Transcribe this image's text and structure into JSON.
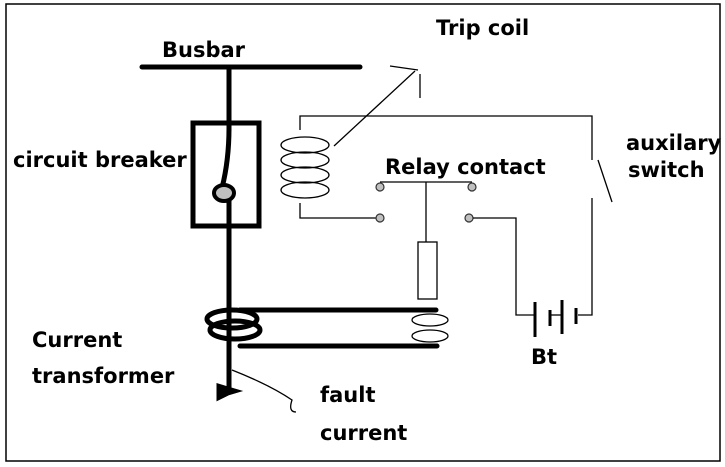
{
  "diagram": {
    "title": "Circuit breaker trip circuit with current transformer and relay",
    "labels": {
      "busbar": "Busbar",
      "trip_coil": "Trip coil",
      "circuit_breaker": "circuit breaker",
      "relay_contact": "Relay contact",
      "auxiliary_switch_line1": "auxilary",
      "auxiliary_switch_line2": "switch",
      "current_transformer_line1": "Current",
      "current_transformer_line2": "transformer",
      "battery": "Bt",
      "fault_current_line1": "fault",
      "fault_current_line2": "current"
    },
    "components": [
      "busbar",
      "circuit-breaker",
      "trip-coil",
      "relay-contacts",
      "relay-coil",
      "auxiliary-switch",
      "battery",
      "current-transformer",
      "fault-current-arrow"
    ],
    "colors": {
      "line": "#000000",
      "contact_dot": "#c0c0c0",
      "background": "#ffffff"
    }
  }
}
